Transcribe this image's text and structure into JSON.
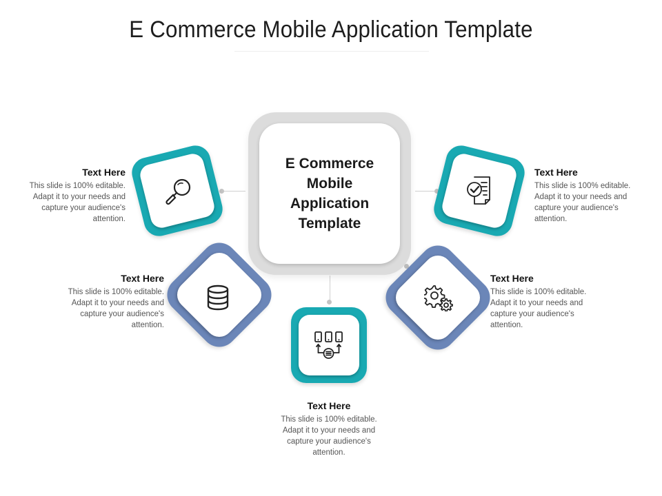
{
  "slide": {
    "title": "E Commerce Mobile Application Template",
    "center_label": "E Commerce Mobile Application Template"
  },
  "colors": {
    "teal": "#19a9b2",
    "blue": "#6b86b8",
    "center_frame": "#dcdcdc"
  },
  "items": [
    {
      "id": "top-left",
      "heading": "Text Here",
      "body": "This slide is 100% editable. Adapt it to your needs and capture your audience's attention.",
      "icon": "magnifier-icon",
      "color": "teal"
    },
    {
      "id": "mid-left",
      "heading": "Text Here",
      "body": "This slide is 100% editable. Adapt it to your needs and capture your audience's attention.",
      "icon": "database-icon",
      "color": "blue"
    },
    {
      "id": "bottom",
      "heading": "Text Here",
      "body": "This slide is 100% editable. Adapt it to your needs and capture your audience's attention.",
      "icon": "mobile-devices-network-icon",
      "color": "teal"
    },
    {
      "id": "mid-right",
      "heading": "Text Here",
      "body": "This slide is 100% editable. Adapt it to your needs and capture your audience's attention.",
      "icon": "gears-icon",
      "color": "blue"
    },
    {
      "id": "top-right",
      "heading": "Text Here",
      "body": "This slide is 100% editable. Adapt it to your needs and capture your audience's attention.",
      "icon": "checklist-document-icon",
      "color": "teal"
    }
  ]
}
